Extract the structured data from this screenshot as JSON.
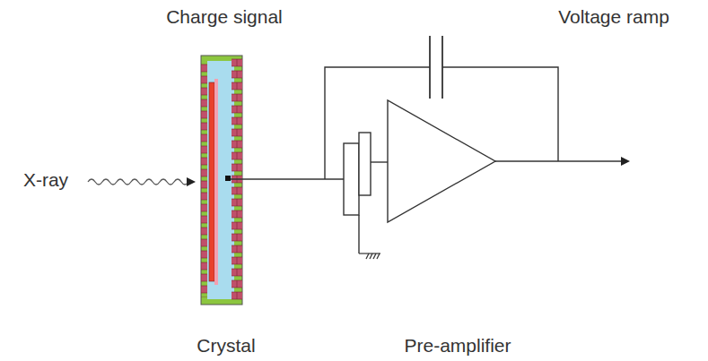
{
  "diagram": {
    "labels": [
      "Charge signal",
      "Voltage ramp",
      "X-ray",
      "Crystal",
      "Pre-amplifier"
    ]
  }
}
